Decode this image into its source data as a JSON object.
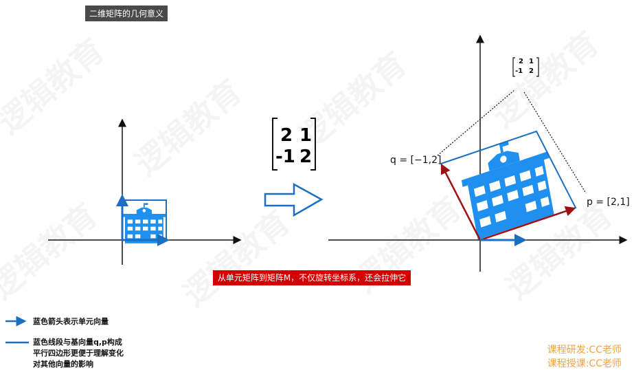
{
  "title": "二维矩阵的几何意义",
  "watermark": "逻辑教育",
  "matrix_big": {
    "row1": [
      "2",
      "1"
    ],
    "row2": [
      "-1",
      "2"
    ]
  },
  "matrix_small": {
    "row1": [
      "2",
      "1"
    ],
    "row2": [
      "-1",
      "2"
    ]
  },
  "labels": {
    "q": "q = [−1,2]",
    "p": "p = [2,1]"
  },
  "banner": "从单元矩阵到矩阵M，不仅旋转坐标系，还会拉伸它",
  "legend": {
    "arrow": "蓝色箭头表示单元向量",
    "line1": "蓝色线段与基向量q,p构成",
    "line2": "平行四边形更便于理解变化",
    "line3": "对其他向量的影响"
  },
  "credits": {
    "research": "课程研发:CC老师",
    "teaching": "课程授课:CC老师"
  },
  "colors": {
    "blue": "#1a6fc0",
    "building": "#1f8ff0",
    "red": "#a01010",
    "banner": "#d40000"
  }
}
